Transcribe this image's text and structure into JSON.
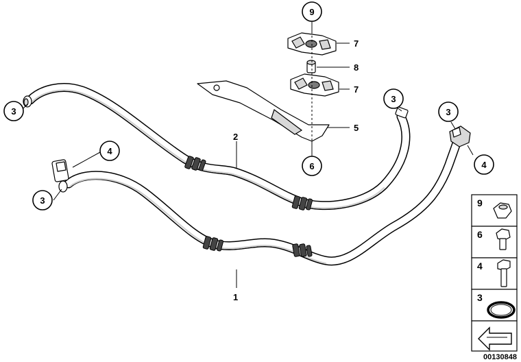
{
  "diagram": {
    "callouts": {
      "c3_left_top": "3",
      "c3_left_bottom": "3",
      "c4_left": "4",
      "c9_top": "9",
      "c6_mid": "6",
      "c3_right_a": "3",
      "c3_right_b": "3",
      "c4_right": "4"
    },
    "labels": {
      "l7_upper": "7",
      "l8": "8",
      "l7_lower": "7",
      "l5": "5",
      "l2": "2",
      "l1": "1"
    }
  },
  "legend": {
    "items": [
      {
        "num": "9",
        "icon": "hex-nut-icon"
      },
      {
        "num": "6",
        "icon": "hex-bolt-icon"
      },
      {
        "num": "4",
        "icon": "long-bolt-icon"
      },
      {
        "num": "3",
        "icon": "o-ring-icon"
      }
    ]
  },
  "footer": {
    "reference_code": "00130848"
  }
}
